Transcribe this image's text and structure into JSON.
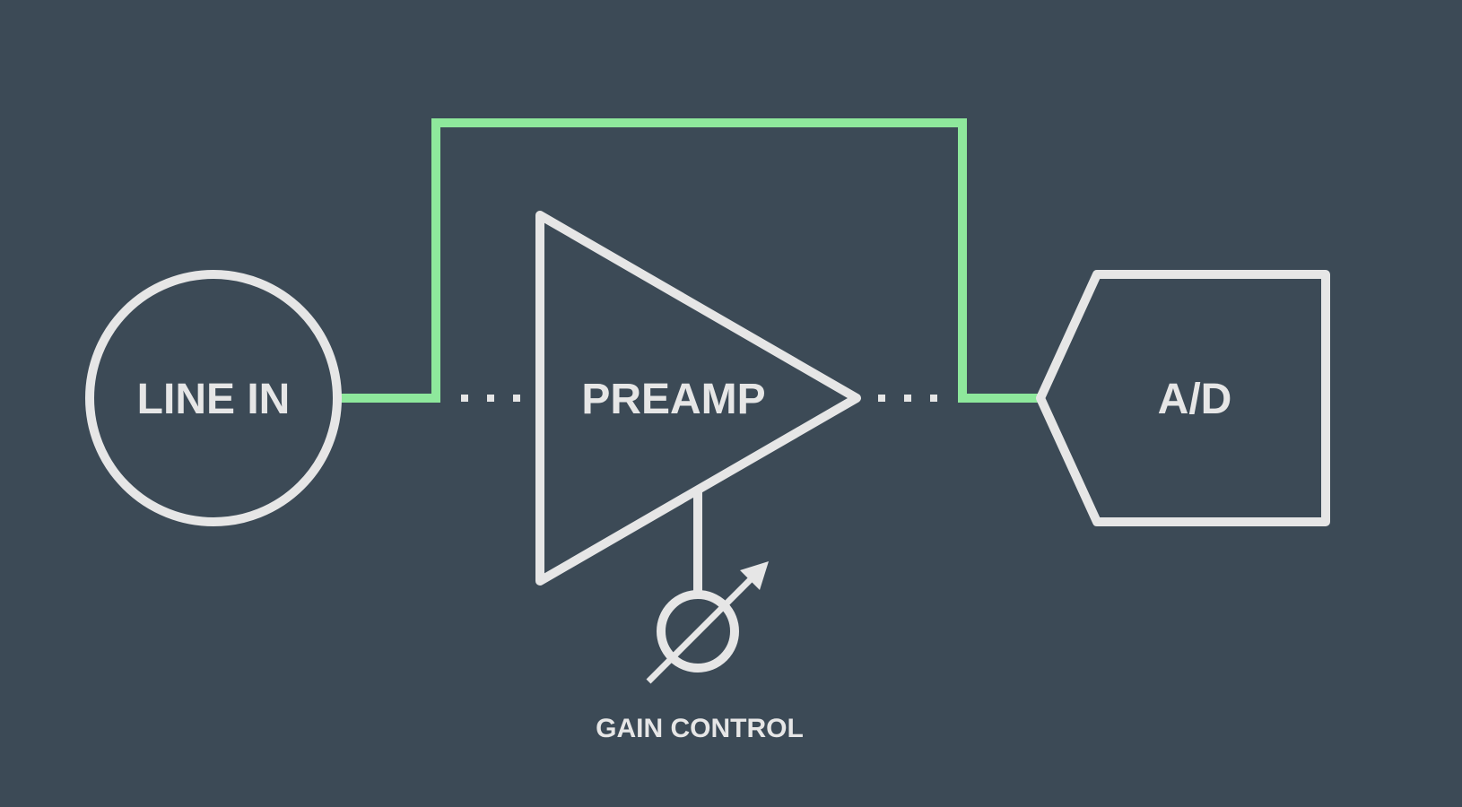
{
  "diagram": {
    "nodes": {
      "line_in": {
        "label": "LINE IN",
        "shape": "circle"
      },
      "preamp": {
        "label": "PREAMP",
        "shape": "triangle-amplifier"
      },
      "ad": {
        "label": "A/D",
        "shape": "pentagon-arrow"
      },
      "gain_control": {
        "label": "GAIN CONTROL",
        "shape": "variable-knob-icon"
      }
    },
    "connections": [
      {
        "from": "line_in",
        "to": "ad",
        "style": "solid",
        "color": "#8ee89c",
        "note": "bypass path over preamp"
      },
      {
        "from": "line_in",
        "to": "preamp",
        "style": "dotted",
        "color": "#e6e6e6"
      },
      {
        "from": "preamp",
        "to": "ad",
        "style": "dotted",
        "color": "#e6e6e6"
      },
      {
        "from": "gain_control",
        "to": "preamp",
        "style": "solid",
        "color": "#e6e6e6"
      }
    ],
    "colors": {
      "background": "#3c4a56",
      "stroke": "#e6e6e6",
      "signal_path": "#8ee89c"
    }
  }
}
